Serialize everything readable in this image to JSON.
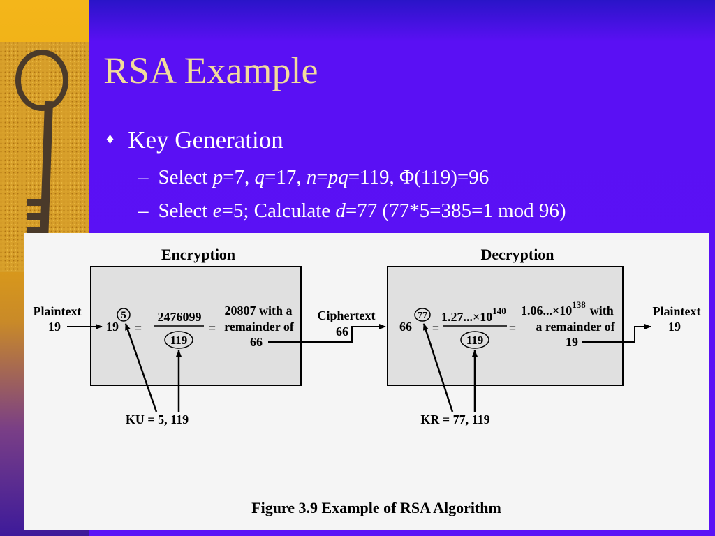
{
  "slide": {
    "title": "RSA Example",
    "bullet": "Key Generation",
    "sub1": {
      "pre": "Select ",
      "p": "p",
      "t1": "=7, ",
      "q": "q",
      "t2": "=17, ",
      "n": "n",
      "t3": "=",
      "pq": "pq",
      "t4": "=119, Φ(119)=96"
    },
    "sub2": {
      "pre": "Select ",
      "e": "e",
      "t1": "=5; Calculate ",
      "d": "d",
      "t2": "=77  (77*5=385=1 mod 96)"
    }
  },
  "figure": {
    "encryption_title": "Encryption",
    "decryption_title": "Decryption",
    "plaintext_label": "Plaintext",
    "plaintext_in": "19",
    "enc_base": "19",
    "enc_exp": "5",
    "enc_numerator": "2476099",
    "enc_modulus": "119",
    "enc_result_l1": "20807 with a",
    "enc_result_l2": "remainder of",
    "enc_result_l3": "66",
    "ciphertext_label": "Ciphertext",
    "ciphertext_val": "66",
    "dec_base": "66",
    "dec_exp": "77",
    "dec_num_mant": "1.27...×10",
    "dec_num_exp": "140",
    "dec_modulus": "119",
    "dec_result_mant": "1.06...×10",
    "dec_result_exp": "138",
    "dec_result_with": "with",
    "dec_result_l2": "a remainder of",
    "dec_result_l3": "19",
    "plaintext_out": "19",
    "eq": "=",
    "ku": "KU = 5, 119",
    "kr": "KR = 77, 119",
    "caption": "Figure 3.9  Example of RSA Algorithm"
  },
  "colors": {
    "slide_bg": "#5a12f6",
    "title": "#f2dc9b",
    "text": "#ffffff",
    "figure_bg": "#f5f5f5",
    "box_fill": "#e0e0e0"
  }
}
